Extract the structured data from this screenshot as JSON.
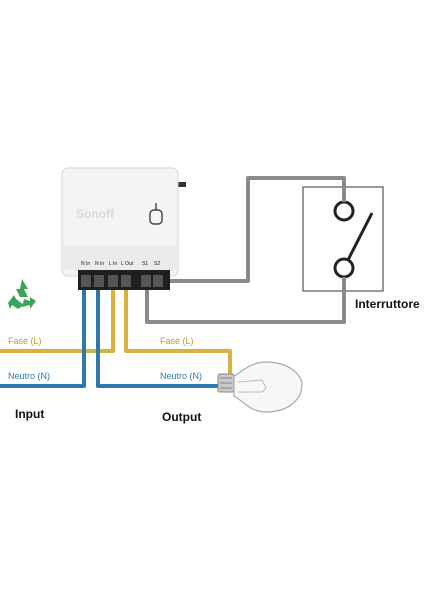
{
  "brand": "Sonoff",
  "terminals": [
    "N In",
    "N In",
    "L In",
    "L Out",
    "S1",
    "S2"
  ],
  "labels": {
    "input_fase": "Fase (L)",
    "input_neutro": "Neutro (N)",
    "output_fase": "Fase (L)",
    "output_neutro": "Neutro (N)",
    "input": "Input",
    "output": "Output",
    "switch": "Interruttore"
  },
  "colors": {
    "fase": "#d8b23a",
    "neutro": "#2f78ad",
    "switch_wire": "#8a8a8a",
    "recycle": "#3ea35a"
  },
  "icons": {
    "recycle": "recycle-icon",
    "bulb": "light-bulb-icon",
    "switch": "wall-switch-icon",
    "module": "smart-switch-module"
  }
}
